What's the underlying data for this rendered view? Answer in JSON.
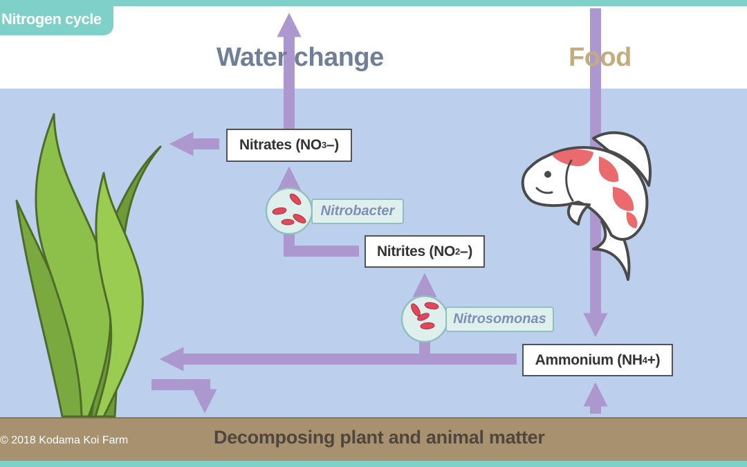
{
  "header": {
    "tab_label": "Nitrogen cycle"
  },
  "labels": {
    "water_change": "Water change",
    "food": "Food",
    "nitrates": {
      "text": "Nitrates (NO",
      "sub": "3",
      "suffix": "–)"
    },
    "nitrites": {
      "text": "Nitrites (NO",
      "sub": "2",
      "suffix": "–)"
    },
    "ammonium": {
      "text": "Ammonium (NH",
      "sub": "4",
      "suffix": "+)"
    },
    "nitrobacter": "Nitrobacter",
    "nitrosomonas": "Nitrosomonas",
    "decomposing": "Decomposing plant and animal matter",
    "copyright": "© 2018 Kodama Koi Farm"
  },
  "colors": {
    "teal": "#7fd0c8",
    "water": "#bcd0ee",
    "ground": "#a8916f",
    "arrow": "#ad97cf",
    "water_change_text": "#6f7f99",
    "food_text": "#c3ac7d",
    "bacteria_circle": "#dff0ec",
    "bacteria_cell": "#e0485b",
    "koi_red": "#ea6a6e",
    "plant_light": "#8cc04a",
    "plant_dark": "#6f9a3a"
  },
  "icons": {
    "fish": "koi-fish-icon",
    "plant": "seaweed-plant-icon",
    "bacteria": "bacteria-cells-icon"
  }
}
